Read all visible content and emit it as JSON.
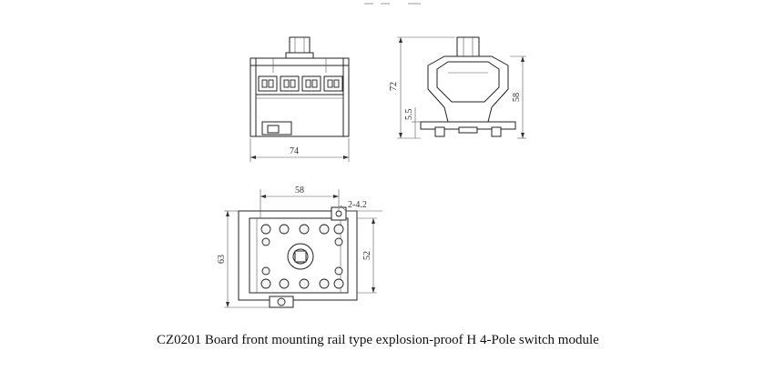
{
  "caption": "CZ0201 Board front mounting rail type explosion-proof H 4-Pole switch module",
  "dimensions": {
    "front_width": "74",
    "side_height": "72",
    "side_inner_height": "58",
    "side_small": "5.5",
    "bottom_width": "58",
    "bottom_slot": "2-4.2",
    "bottom_height_outer": "63",
    "bottom_height_inner": "52"
  }
}
